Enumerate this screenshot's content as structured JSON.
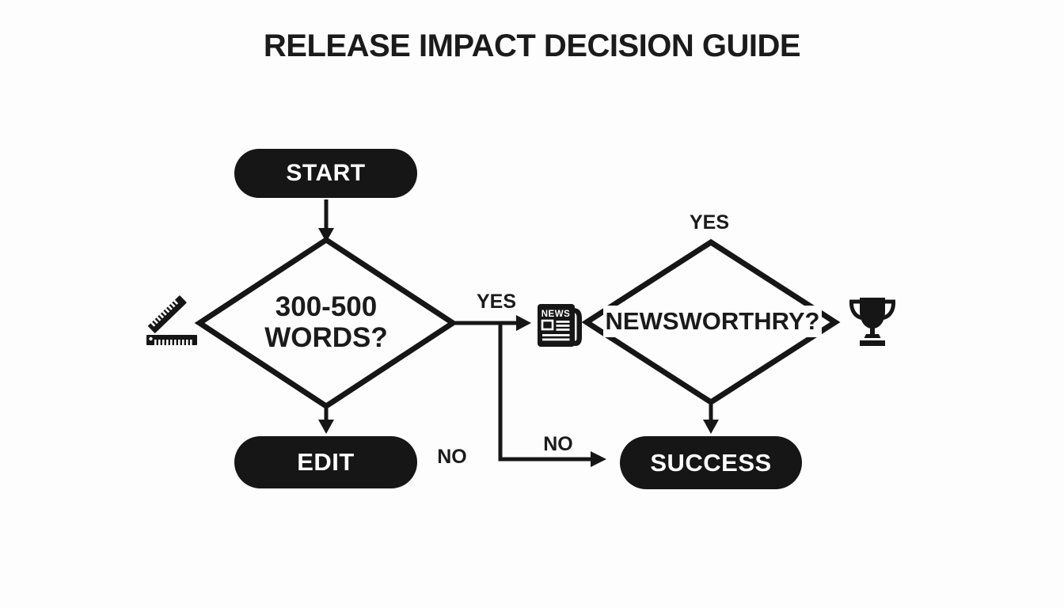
{
  "title": "RELEASE IMPACT DECISION GUIDE",
  "nodes": {
    "start": {
      "label": "START",
      "type": "terminal"
    },
    "words_check": {
      "label_line1": "300-500",
      "label_line2": "WORDS?",
      "type": "decision"
    },
    "newsworthy_check": {
      "label": "NEWSWORTHRY?",
      "type": "decision"
    },
    "edit": {
      "label": "EDIT",
      "type": "terminal"
    },
    "success": {
      "label": "SUCCESS",
      "type": "terminal"
    }
  },
  "edges": {
    "start_to_words": {
      "label": ""
    },
    "words_to_newsworthy": {
      "label": "YES"
    },
    "words_to_edit": {
      "label": "NO"
    },
    "branch_to_success": {
      "label": "NO"
    },
    "newsworthy_to_success": {
      "label": "YES"
    }
  },
  "icons": {
    "ruler": "ruler-icon",
    "newspaper": "newspaper-icon",
    "newspaper_text": "NEWS",
    "trophy": "trophy-icon"
  },
  "colors": {
    "ink": "#161616",
    "background": "#fdfdfd",
    "node_text": "#ffffff"
  }
}
